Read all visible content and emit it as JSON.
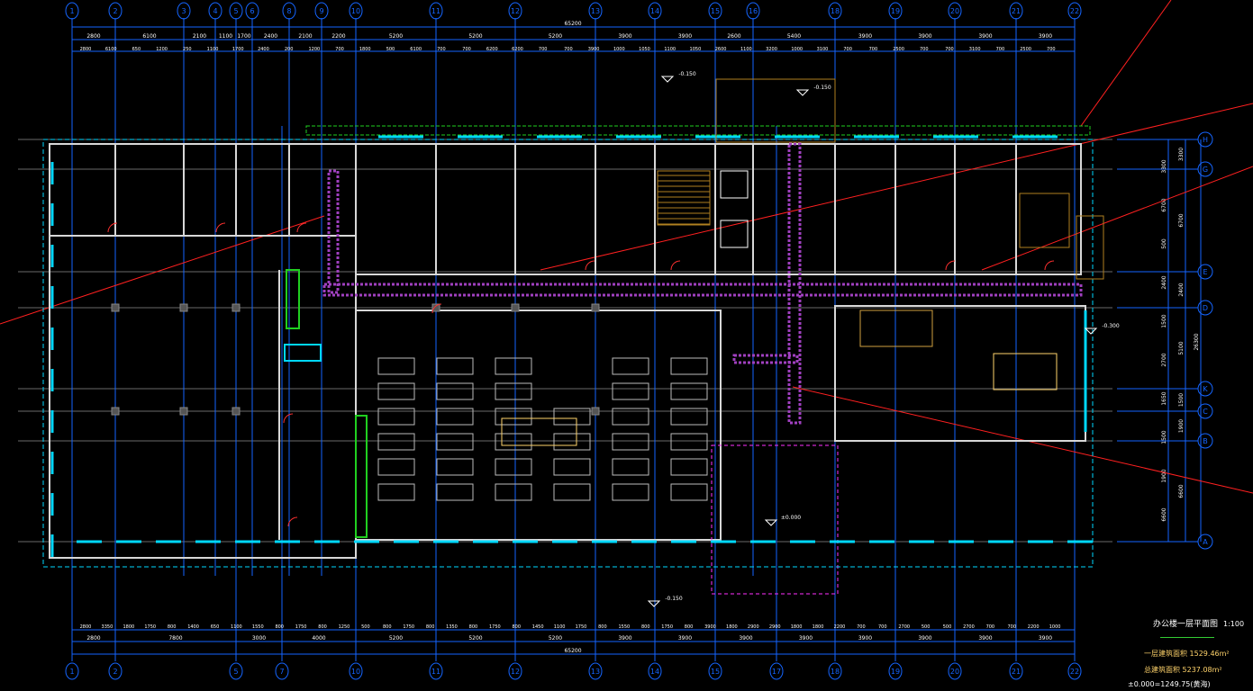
{
  "drawing": {
    "title": "办公楼一层平面图",
    "scale": "1:100",
    "floor_area": "一层建筑面积 1529.46m²",
    "total_area": "总建筑面积 5237.08m²",
    "datum": "±0.000=1249.75(黄海)"
  },
  "axes_columns_top": [
    "1",
    "2",
    "3",
    "4",
    "5",
    "6",
    "8",
    "9",
    "10",
    "11",
    "12",
    "13",
    "14",
    "15",
    "16",
    "18",
    "19",
    "20",
    "21",
    "22"
  ],
  "axes_columns_bottom": [
    "1",
    "2",
    "5",
    "7",
    "10",
    "11",
    "12",
    "13",
    "14",
    "15",
    "17",
    "18",
    "19",
    "20",
    "21",
    "22"
  ],
  "axes_rows": [
    "H",
    "G",
    "E",
    "D",
    "K",
    "C",
    "B",
    "A"
  ],
  "dims_top_total": "65200",
  "dims_top_axis": [
    "2800",
    "6100",
    "2100",
    "1100",
    "1700",
    "2400",
    "2100",
    "2200",
    "5200",
    "5200",
    "5200",
    "3900",
    "3900",
    "2600",
    "5400",
    "3900",
    "3900",
    "3900",
    "3900"
  ],
  "dims_top_detail": [
    "2800",
    "6100",
    "650",
    "1200",
    "250",
    "1100",
    "1700",
    "2400",
    "200",
    "1200",
    "700",
    "1800",
    "500",
    "6100",
    "700",
    "700",
    "6200",
    "6200",
    "700",
    "700",
    "3900",
    "1000",
    "1050",
    "1100",
    "1050",
    "2600",
    "1100",
    "3200",
    "1000",
    "3100",
    "700",
    "700",
    "2500",
    "700",
    "700",
    "3100",
    "700",
    "2500",
    "700"
  ],
  "dims_bottom_detail": [
    "2800",
    "3350",
    "1800",
    "1750",
    "800",
    "1400",
    "650",
    "1100",
    "1550",
    "800",
    "1750",
    "800",
    "1250",
    "500",
    "800",
    "1750",
    "800",
    "1350",
    "800",
    "1750",
    "800",
    "1450",
    "1100",
    "1750",
    "800",
    "1550",
    "800",
    "1750",
    "800",
    "3900",
    "1800",
    "2900",
    "2900",
    "1800",
    "1800",
    "2200",
    "700",
    "700",
    "2700",
    "500",
    "500",
    "2700",
    "700",
    "700",
    "2200",
    "1000"
  ],
  "dims_bottom_axis": [
    "2800",
    "7800",
    "3000",
    "4000",
    "5200",
    "5200",
    "5200",
    "3900",
    "3900",
    "3900",
    "3900",
    "3900",
    "3900",
    "3900",
    "3900"
  ],
  "dims_bottom_total": "65200",
  "dims_right_inner": [
    "3300",
    "6700",
    "500",
    "2400",
    "1500",
    "2700",
    "1650",
    "1500",
    "1900",
    "6600"
  ],
  "dims_right_outer": [
    "3300",
    "6700",
    "2400",
    "5100",
    "1500",
    "1900",
    "6600"
  ],
  "dims_right_total": "26300",
  "elevations": [
    "-0.150",
    "-0.150",
    "-0.300",
    "±0.000",
    "-0.150"
  ],
  "colors": {
    "axis": "#1565ff",
    "wall": "#d8d8d8",
    "corridor": "#a040c0",
    "window": "#00d8ff",
    "redline": "#ff2020",
    "stair": "#b08020",
    "text": "#ffffff",
    "note": "#ffd36b",
    "green": "#20d020",
    "magenta": "#ff30ff"
  }
}
